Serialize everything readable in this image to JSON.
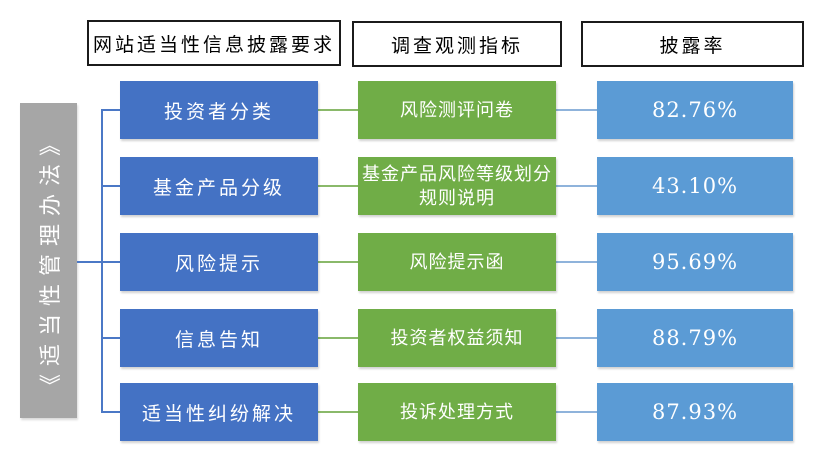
{
  "law_label": "《适当性管理办法》",
  "columns": [
    {
      "header": "网站适当性信息披露要求"
    },
    {
      "header": "调查观测指标"
    },
    {
      "header": "披露率"
    }
  ],
  "rows": [
    {
      "requirement": "投资者分类",
      "indicator": "风险测评问卷",
      "rate": "82.76%"
    },
    {
      "requirement": "基金产品分级",
      "indicator": "基金产品风险等级划分规则说明",
      "rate": "43.10%"
    },
    {
      "requirement": "风险提示",
      "indicator": "风险提示函",
      "rate": "95.69%"
    },
    {
      "requirement": "信息告知",
      "indicator": "投资者权益须知",
      "rate": "88.79%"
    },
    {
      "requirement": "适当性纠纷解决",
      "indicator": "投诉处理方式",
      "rate": "87.93%"
    }
  ],
  "colors": {
    "blue": "#4472c4",
    "green": "#70ad47",
    "lightblue": "#5b9bd5",
    "gray": "#a6a6a6",
    "conn_blue": "#4b78c6",
    "conn_green": "#8ab96a",
    "conn_lblue": "#8fb3db"
  }
}
